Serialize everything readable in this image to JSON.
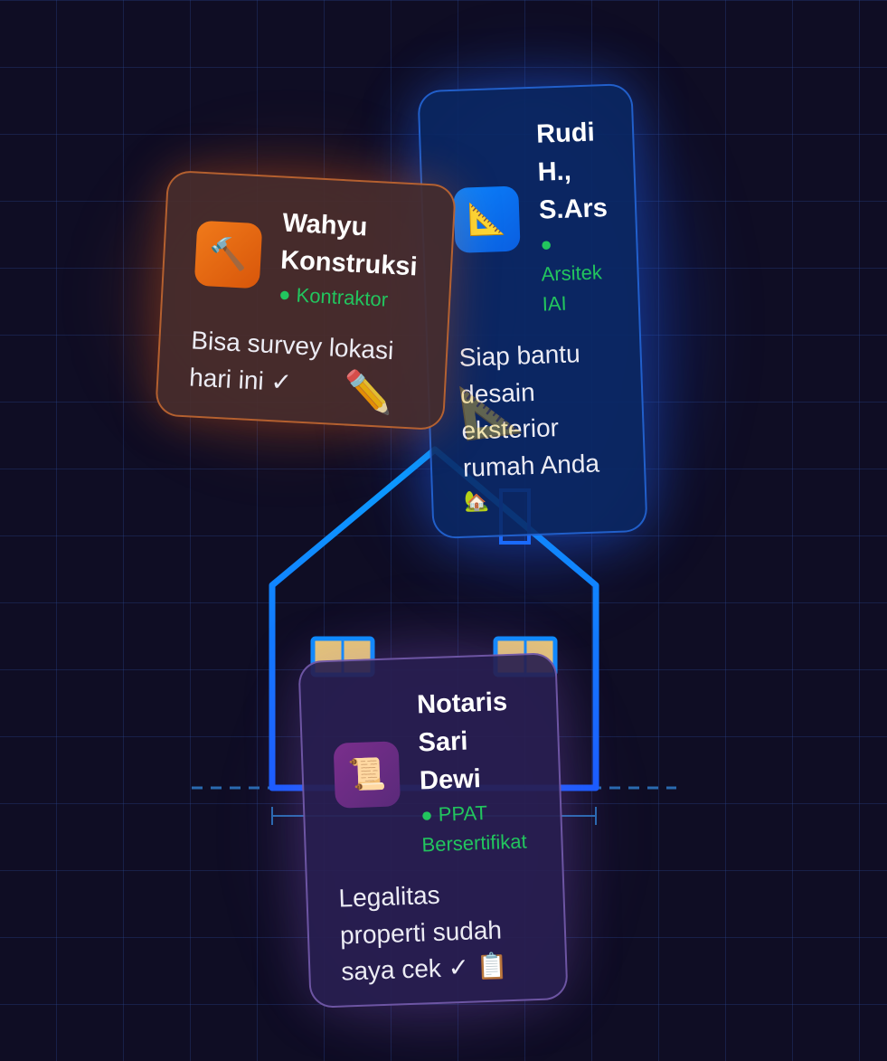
{
  "colors": {
    "background": "#0f0d24",
    "accent_blue": "#0a84ff",
    "accent_orange": "#e8741c",
    "status_green": "#22c55e"
  },
  "cards": [
    {
      "id": "wahyu",
      "name_lines": [
        "Wahyu",
        "Konstruksi"
      ],
      "role_lines": [
        "● Kontraktor"
      ],
      "message_lines": [
        "Bisa survey lokasi",
        "hari ini ✓"
      ],
      "icon": "hammer-icon",
      "icon_glyph": "🔨"
    },
    {
      "id": "rudi",
      "name_lines": [
        "Rudi",
        "H.,",
        "S.Ars"
      ],
      "role_lines": [
        "●",
        "Arsitek",
        "IAI"
      ],
      "message_lines": [
        "Siap bantu",
        "desain",
        "eksterior",
        "rumah Anda",
        "🏡"
      ],
      "icon": "triangular-ruler-icon",
      "icon_glyph": "📐"
    },
    {
      "id": "notaris",
      "name_lines": [
        "Notaris",
        "Sari",
        "Dewi"
      ],
      "role_lines": [
        "● PPAT",
        "Bersertifikat"
      ],
      "message_lines": [
        "Legalitas",
        "properti sudah",
        "saya cek ✓ 📋"
      ],
      "icon": "scroll-icon",
      "icon_glyph": "📜"
    }
  ],
  "decorations": {
    "pencil_glyph": "✏️",
    "ruler_glyph": "📐"
  }
}
